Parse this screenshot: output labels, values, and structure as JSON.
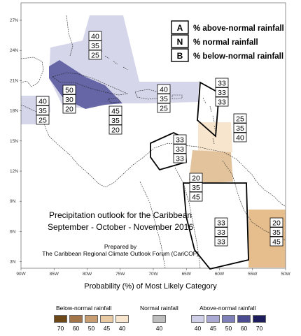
{
  "map": {
    "legend_box": [
      {
        "letter": "A",
        "text": "% above-normal rainfall"
      },
      {
        "letter": "N",
        "text": "% normal rainfall"
      },
      {
        "letter": "B",
        "text": "% below-normal rainfall"
      }
    ],
    "title_line1": "Precipitation outlook for the Caribbean",
    "title_line2": "September - October - November 2016",
    "prepared_by": "Prepared by",
    "prepared_org": "The Caribbean Regional Climate Outlook Forum (CariCOF)",
    "lat_ticks": [
      "27N",
      "24N",
      "21N",
      "18N",
      "15N",
      "12N",
      "9N",
      "6N",
      "3N"
    ],
    "lon_ticks": [
      "90W",
      "85W",
      "80W",
      "75W",
      "70W",
      "65W",
      "60W",
      "55W",
      "50W"
    ],
    "probability_boxes": [
      {
        "values": [
          "40",
          "35",
          "25"
        ]
      },
      {
        "values": [
          "50",
          "30",
          "20"
        ]
      },
      {
        "values": [
          "40",
          "35",
          "25"
        ]
      },
      {
        "values": [
          "45",
          "35",
          "20"
        ]
      },
      {
        "values": [
          "40",
          "35",
          "25"
        ]
      },
      {
        "values": [
          "33",
          "33",
          "33"
        ]
      },
      {
        "values": [
          "25",
          "35",
          "40"
        ]
      },
      {
        "values": [
          "33",
          "33",
          "33"
        ]
      },
      {
        "values": [
          "20",
          "35",
          "45"
        ]
      },
      {
        "values": [
          "33",
          "33",
          "33"
        ]
      },
      {
        "values": [
          "20",
          "35",
          "45"
        ]
      }
    ]
  },
  "legend": {
    "title": "Probability (%) of Most Likely Category",
    "below": {
      "label": "Below-normal rainfall",
      "values": [
        "70",
        "60",
        "50",
        "45",
        "40"
      ],
      "colors": [
        "#6e4718",
        "#a37548",
        "#c99d72",
        "#e8c9a2",
        "#f7e5cd"
      ]
    },
    "normal": {
      "label": "Normal rainfall",
      "values": [
        "40"
      ],
      "colors": [
        "#bdbdbd"
      ]
    },
    "above": {
      "label": "Above-normal rainfall",
      "values": [
        "40",
        "45",
        "50",
        "60",
        "70"
      ],
      "colors": [
        "#cfcfe8",
        "#a9a9d3",
        "#7f7fba",
        "#4b4b92",
        "#1d1d5e"
      ]
    }
  }
}
